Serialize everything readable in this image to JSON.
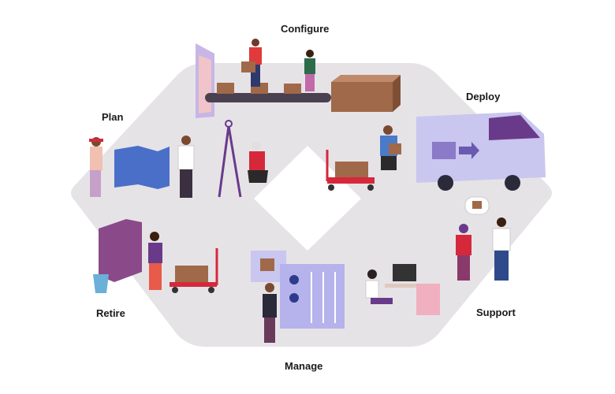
{
  "stages": {
    "configure": "Configure",
    "plan": "Plan",
    "deploy": "Deploy",
    "support": "Support",
    "manage": "Manage",
    "retire": "Retire"
  },
  "colors": {
    "loop_background": "#e6e3e7",
    "box": "#a0694a",
    "van": "#c9c6ef",
    "cabinet": "#8a4a8a",
    "cart": "#d6283b"
  }
}
